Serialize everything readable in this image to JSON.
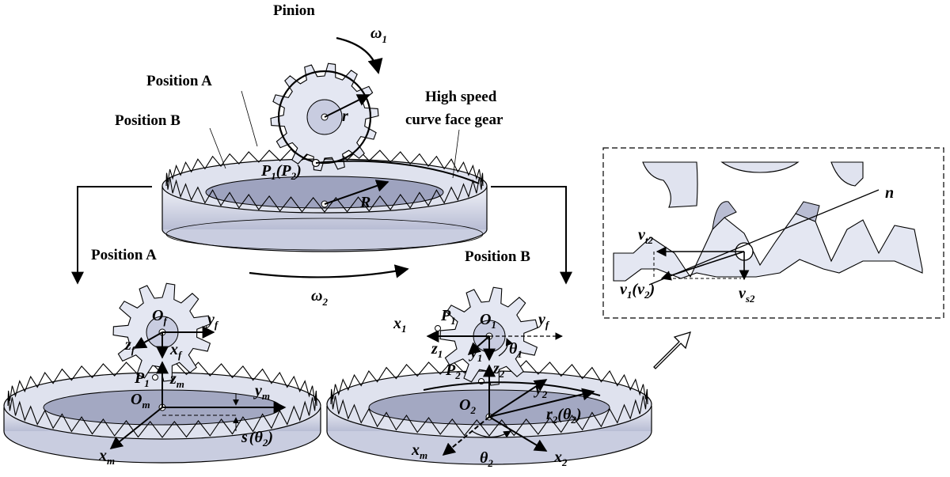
{
  "labels": {
    "pinion": "Pinion",
    "position_a_top": "Position A",
    "position_b_top": "Position B",
    "high_speed_line1": "High speed",
    "high_speed_line2": "curve face gear",
    "position_a_left": "Position A",
    "position_b_right": "Position B"
  },
  "symbols": {
    "omega1": {
      "main": "ω",
      "sub": "1"
    },
    "omega2": {
      "main": "ω",
      "sub": "2"
    },
    "r": "r",
    "R": "R",
    "p1p2": {
      "main": "P",
      "sub1": "1",
      "paren_open": "(",
      "main2": "P",
      "sub2": "2",
      "paren_close": ")"
    },
    "Of": {
      "main": "O",
      "sub": "f"
    },
    "zf": {
      "main": "z",
      "sub": "f"
    },
    "xf": {
      "main": "x",
      "sub": "f"
    },
    "yf_left": {
      "main": "y",
      "sub": "f"
    },
    "P1_left": {
      "main": "P",
      "sub": "1"
    },
    "zm": {
      "main": "z",
      "sub": "m"
    },
    "Om": {
      "main": "O",
      "sub": "m"
    },
    "ym": {
      "main": "y",
      "sub": "m"
    },
    "xm_left": {
      "main": "x",
      "sub": "m"
    },
    "s_theta": {
      "main": "s",
      "open": "(",
      "theta": "θ",
      "sub": "2",
      "close": ")"
    },
    "x1": {
      "main": "x",
      "sub": "1"
    },
    "P1_right": {
      "main": "P",
      "sub": "1"
    },
    "O1": {
      "main": "O",
      "sub": "1"
    },
    "yf_right": {
      "main": "y",
      "sub": "f"
    },
    "z1": {
      "main": "z",
      "sub": "1"
    },
    "y1": {
      "main": "y",
      "sub": "1"
    },
    "theta1": {
      "main": "θ",
      "sub": "1"
    },
    "P2": {
      "main": "P",
      "sub": "2"
    },
    "z2": {
      "main": "z",
      "sub": "2"
    },
    "y2": {
      "main": "y",
      "sub": "2"
    },
    "O2": {
      "main": "O",
      "sub": "2"
    },
    "r2_theta": {
      "main": "r",
      "sub": "2",
      "open": "(",
      "theta": "θ",
      "sub2": "2",
      "close": ")"
    },
    "xm_right": {
      "main": "x",
      "sub": "m"
    },
    "theta2": {
      "main": "θ",
      "sub": "2"
    },
    "x2": {
      "main": "x",
      "sub": "2"
    },
    "n": "n",
    "vt2": {
      "main": "v",
      "sub": "t2"
    },
    "v1v2": {
      "main": "v",
      "sub": "1",
      "open": "(",
      "main2": "v",
      "sub2": "2",
      "close": ")"
    },
    "vs2": {
      "main": "v",
      "sub": "s2"
    }
  },
  "colors": {
    "gear_fill": "#e4e7f2",
    "gear_shadow": "#a9aec8",
    "gear_dark": "#7f84a3",
    "line": "#000000"
  }
}
